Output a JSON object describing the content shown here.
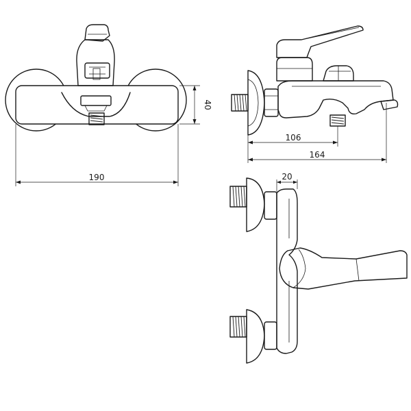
{
  "dimensions": {
    "front_width": "190",
    "front_height": "40",
    "side_depth_outlet": "106",
    "side_depth_total": "164",
    "top_thickness": "20"
  },
  "colors": {
    "line": "#1a1a1a",
    "background": "#ffffff"
  }
}
